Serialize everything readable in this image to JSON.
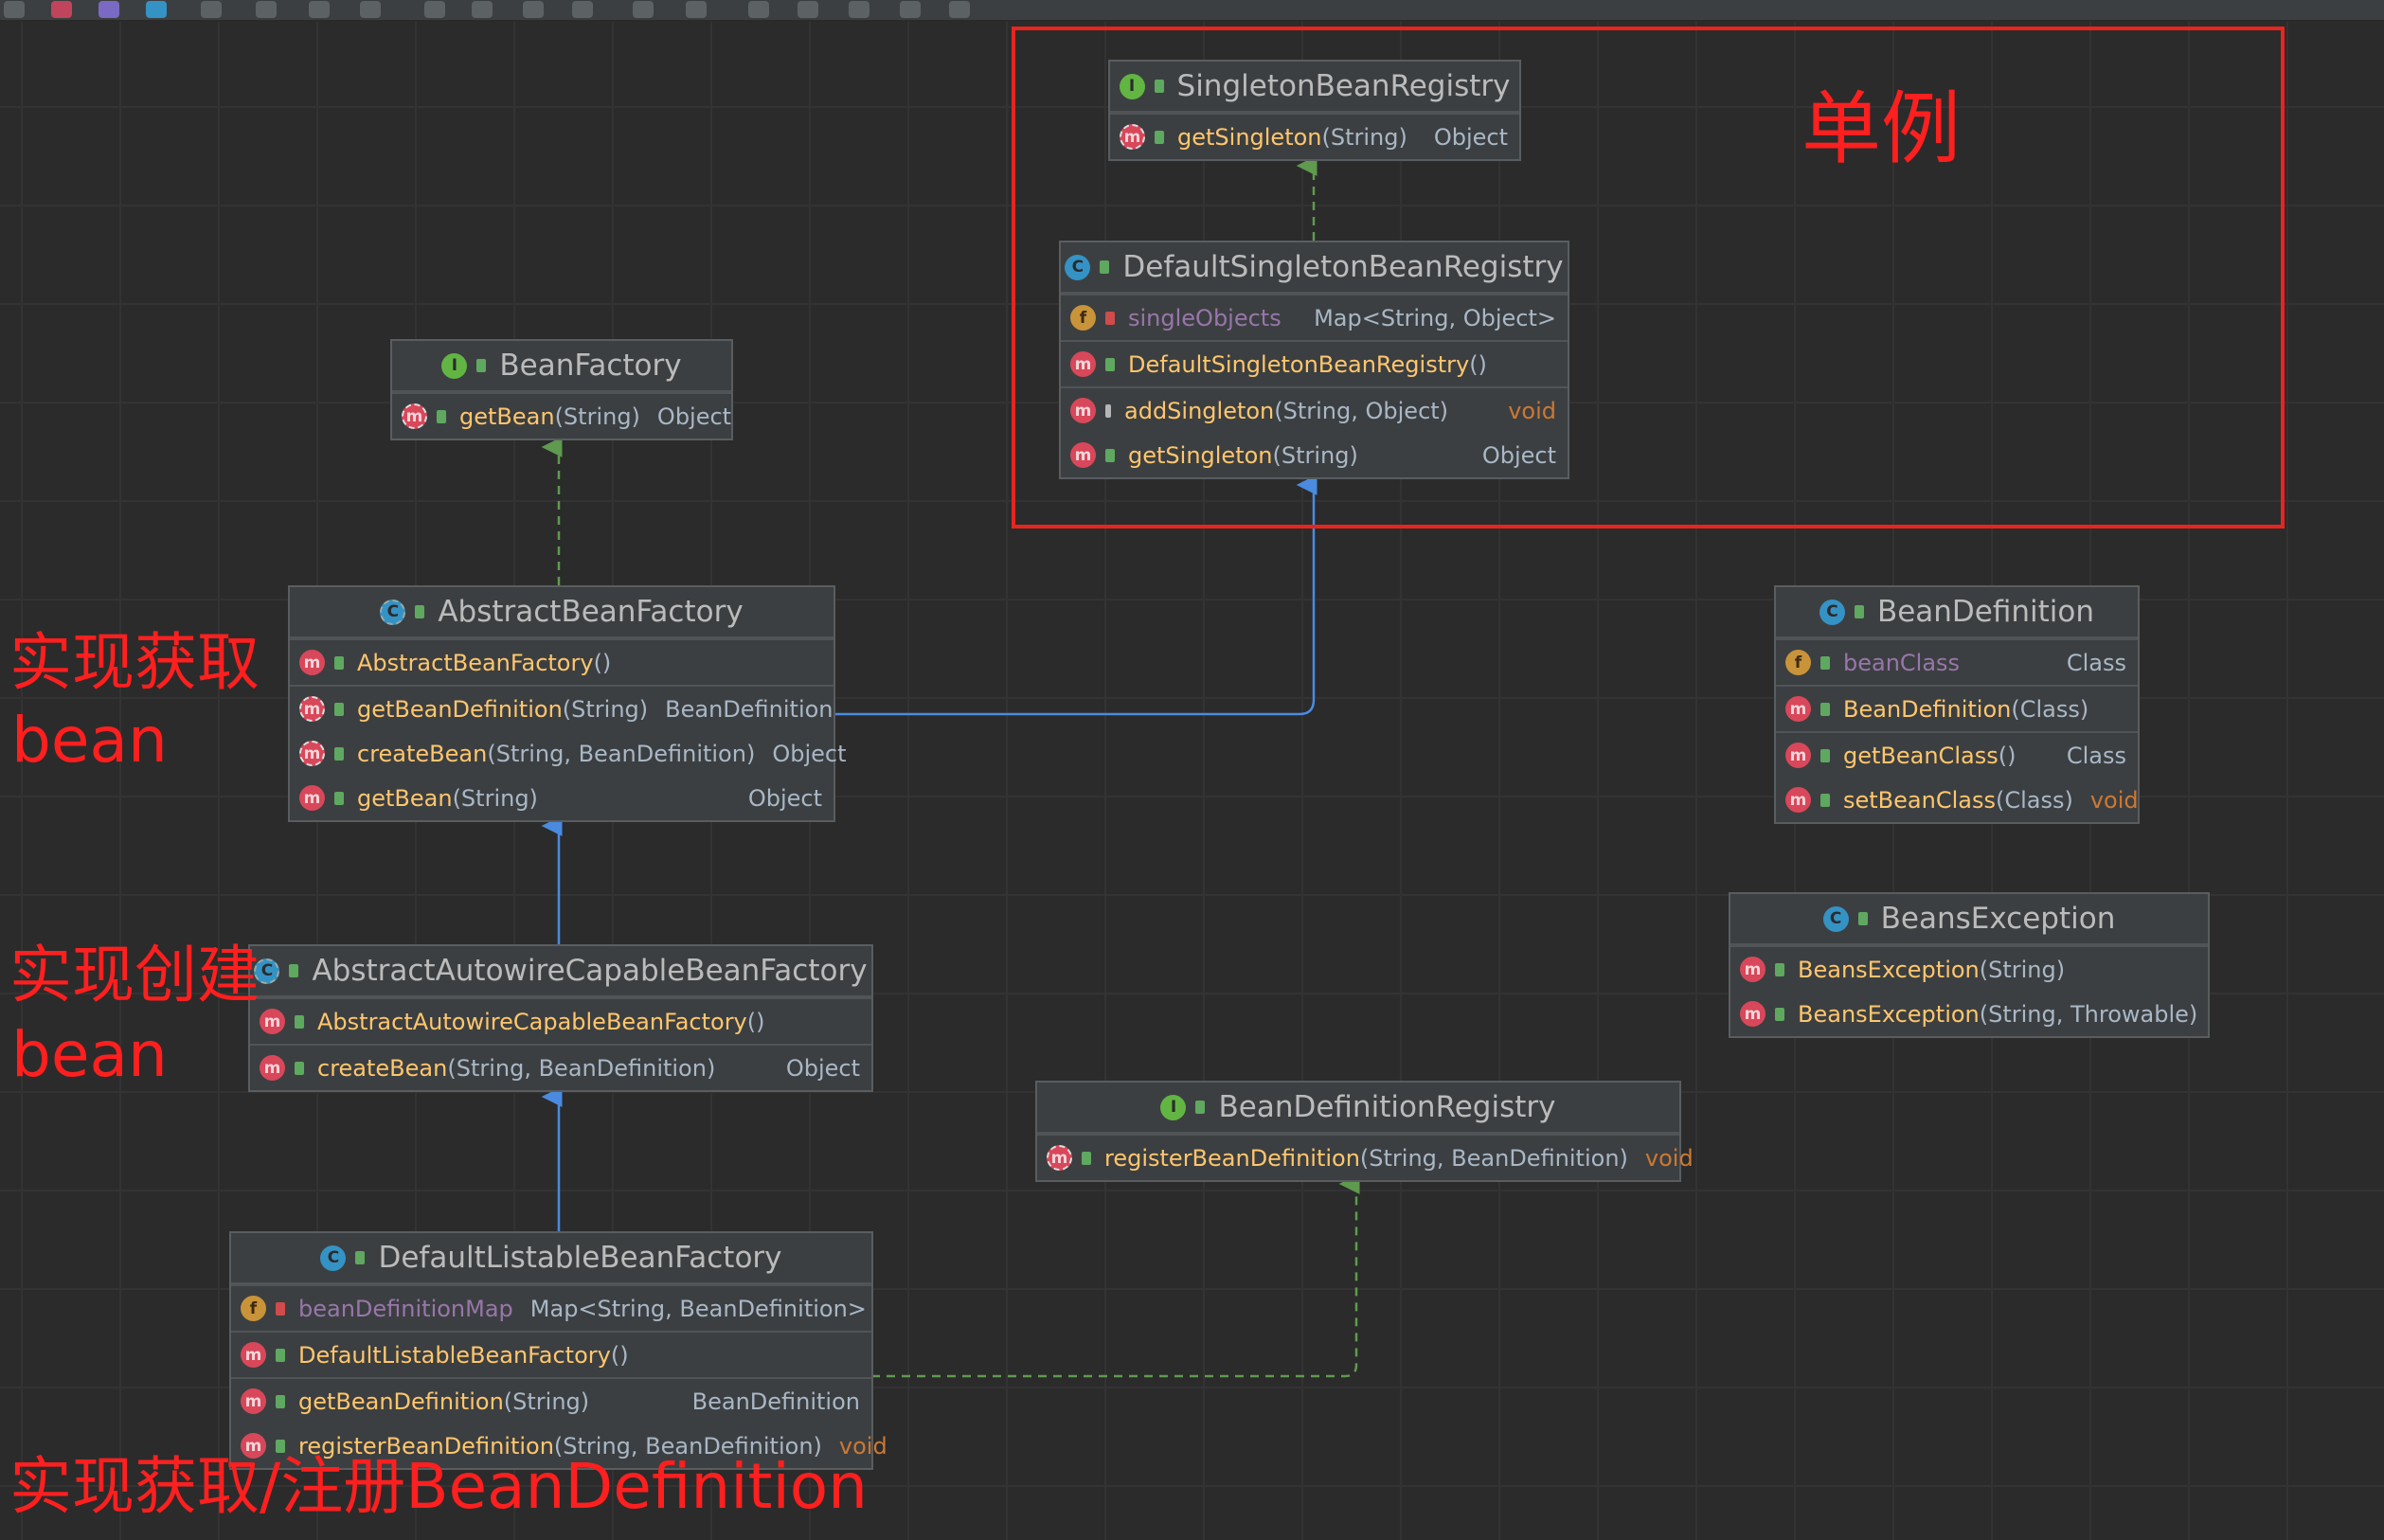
{
  "annotations": {
    "singleton": "单例",
    "impl_get_bean_1": "实现获取",
    "impl_get_bean_2": "bean",
    "impl_create_bean_1": "实现创建",
    "impl_create_bean_2": "bean",
    "impl_register": "实现获取/注册BeanDefinition"
  },
  "colors": {
    "annotation": "#ff1f1f",
    "method": "#ffc66d",
    "field": "#9876aa",
    "keyword_void": "#cc7832",
    "edge_realization": "#5f9a4f",
    "edge_inheritance": "#4a8be0"
  },
  "classes": {
    "singletonBeanRegistry": {
      "kind": "interface",
      "name": "SingletonBeanRegistry",
      "methods": [
        {
          "name": "getSingleton",
          "params": "(String)",
          "returns": "Object",
          "abstract": true
        }
      ]
    },
    "defaultSingletonBeanRegistry": {
      "kind": "class",
      "name": "DefaultSingletonBeanRegistry",
      "fields": [
        {
          "name": "singleObjects",
          "type": "Map<String, Object>"
        }
      ],
      "constructors": [
        {
          "name": "DefaultSingletonBeanRegistry",
          "params": "()"
        }
      ],
      "methods": [
        {
          "name": "addSingleton",
          "params": "(String, Object)",
          "returns": "void"
        },
        {
          "name": "getSingleton",
          "params": "(String)",
          "returns": "Object"
        }
      ]
    },
    "beanFactory": {
      "kind": "interface",
      "name": "BeanFactory",
      "methods": [
        {
          "name": "getBean",
          "params": "(String)",
          "returns": "Object",
          "abstract": true
        }
      ]
    },
    "abstractBeanFactory": {
      "kind": "abstract class",
      "name": "AbstractBeanFactory",
      "constructors": [
        {
          "name": "AbstractBeanFactory",
          "params": "()"
        }
      ],
      "methods": [
        {
          "name": "getBeanDefinition",
          "params": "(String)",
          "returns": "BeanDefinition",
          "abstract": true
        },
        {
          "name": "createBean",
          "params": "(String, BeanDefinition)",
          "returns": "Object",
          "abstract": true
        },
        {
          "name": "getBean",
          "params": "(String)",
          "returns": "Object"
        }
      ]
    },
    "abstractAutowireCapableBeanFactory": {
      "kind": "abstract class",
      "name": "AbstractAutowireCapableBeanFactory",
      "constructors": [
        {
          "name": "AbstractAutowireCapableBeanFactory",
          "params": "()"
        }
      ],
      "methods": [
        {
          "name": "createBean",
          "params": "(String, BeanDefinition)",
          "returns": "Object"
        }
      ]
    },
    "defaultListableBeanFactory": {
      "kind": "class",
      "name": "DefaultListableBeanFactory",
      "fields": [
        {
          "name": "beanDefinitionMap",
          "type": "Map<String, BeanDefinition>"
        }
      ],
      "constructors": [
        {
          "name": "DefaultListableBeanFactory",
          "params": "()"
        }
      ],
      "methods": [
        {
          "name": "getBeanDefinition",
          "params": "(String)",
          "returns": "BeanDefinition"
        },
        {
          "name": "registerBeanDefinition",
          "params": "(String, BeanDefinition)",
          "returns": "void"
        }
      ]
    },
    "beanDefinitionRegistry": {
      "kind": "interface",
      "name": "BeanDefinitionRegistry",
      "methods": [
        {
          "name": "registerBeanDefinition",
          "params": "(String, BeanDefinition)",
          "returns": "void",
          "abstract": true
        }
      ]
    },
    "beanDefinition": {
      "kind": "class",
      "name": "BeanDefinition",
      "fields": [
        {
          "name": "beanClass",
          "type": "Class"
        }
      ],
      "constructors": [
        {
          "name": "BeanDefinition",
          "params": "(Class)"
        }
      ],
      "methods": [
        {
          "name": "getBeanClass",
          "params": "()",
          "returns": "Class"
        },
        {
          "name": "setBeanClass",
          "params": "(Class)",
          "returns": "void"
        }
      ]
    },
    "beansException": {
      "kind": "class",
      "name": "BeansException",
      "constructors": [
        {
          "name": "BeansException",
          "params": "(String)"
        },
        {
          "name": "BeansException",
          "params": "(String, Throwable)"
        }
      ]
    }
  }
}
